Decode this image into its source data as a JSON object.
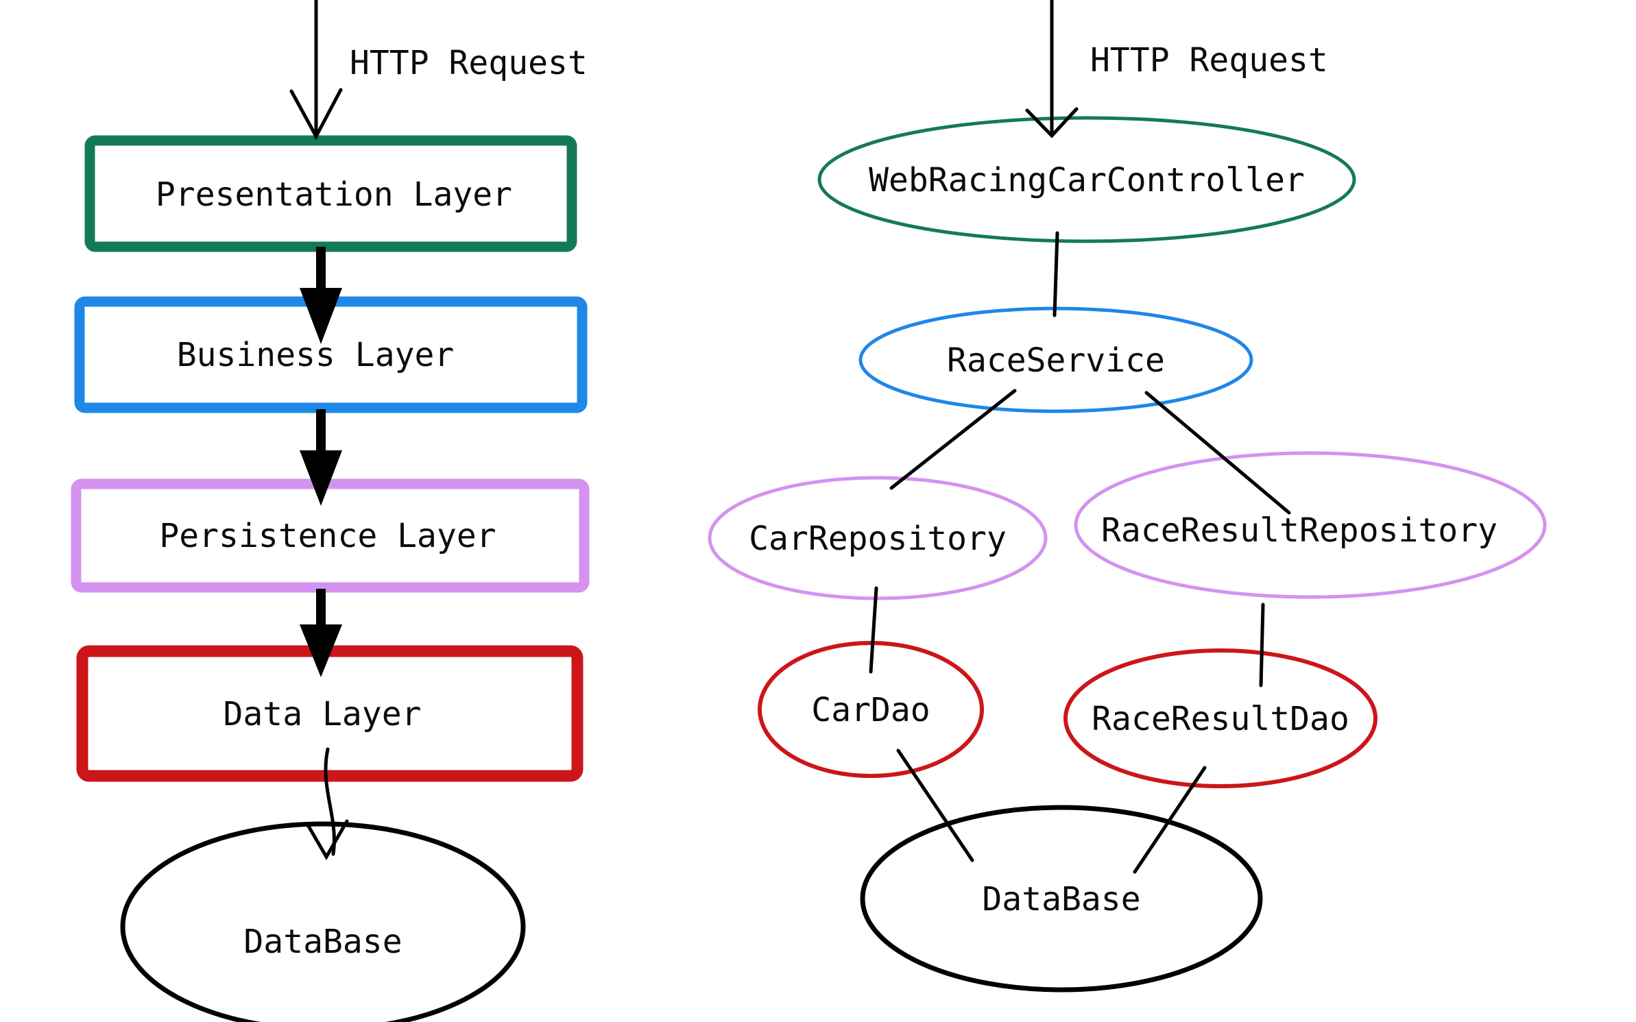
{
  "left_flow": {
    "http_request_label": "HTTP Request",
    "layers": [
      {
        "label": "Presentation Layer",
        "color": "#14795a"
      },
      {
        "label": "Business Layer",
        "color": "#1e87e8"
      },
      {
        "label": "Persistence Layer",
        "color": "#d492f0"
      },
      {
        "label": "Data Layer",
        "color": "#cc1619"
      }
    ],
    "database": {
      "label": "DataBase",
      "color": "#000000"
    },
    "flow_order": [
      "HTTP Request",
      "Presentation Layer",
      "Business Layer",
      "Persistence Layer",
      "Data Layer",
      "DataBase"
    ]
  },
  "right_flow": {
    "http_request_label": "HTTP Request",
    "nodes": [
      {
        "label": "WebRacingCarController",
        "color": "#14795a"
      },
      {
        "label": "RaceService",
        "color": "#1e87e8"
      },
      {
        "label": "CarRepository",
        "color": "#d492f0"
      },
      {
        "label": "RaceResultRepository",
        "color": "#d492f0"
      },
      {
        "label": "CarDao",
        "color": "#cc1619"
      },
      {
        "label": "RaceResultDao",
        "color": "#cc1619"
      },
      {
        "label": "DataBase",
        "color": "#000000"
      }
    ],
    "edges": [
      [
        "HTTP Request",
        "WebRacingCarController"
      ],
      [
        "WebRacingCarController",
        "RaceService"
      ],
      [
        "RaceService",
        "CarRepository"
      ],
      [
        "RaceService",
        "RaceResultRepository"
      ],
      [
        "CarRepository",
        "CarDao"
      ],
      [
        "RaceResultRepository",
        "RaceResultDao"
      ],
      [
        "CarDao",
        "DataBase"
      ],
      [
        "RaceResultDao",
        "DataBase"
      ]
    ]
  }
}
